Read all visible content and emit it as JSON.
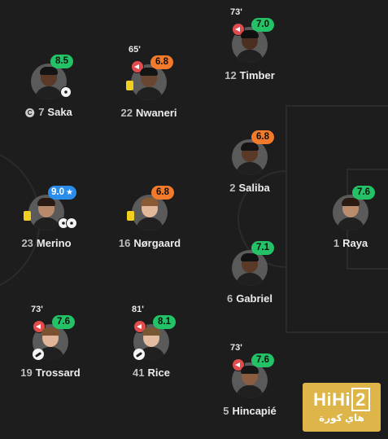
{
  "players": [
    {
      "id": "saka",
      "number": "7",
      "name": "Saka",
      "rating": "8.5",
      "rating_color": "green",
      "captain": true,
      "captain_label": "C",
      "goal_balls": 1
    },
    {
      "id": "nwaneri",
      "number": "22",
      "name": "Nwaneri",
      "rating": "6.8",
      "rating_color": "orange",
      "minute": "65'",
      "subbed_off": true,
      "yellow_card": true
    },
    {
      "id": "timber",
      "number": "12",
      "name": "Timber",
      "rating": "7.0",
      "rating_color": "green",
      "minute": "73'",
      "subbed_off": true
    },
    {
      "id": "merino",
      "number": "23",
      "name": "Merino",
      "rating": "9.0",
      "rating_color": "blue",
      "star": "★",
      "yellow_card": true,
      "goal_balls": 2
    },
    {
      "id": "norgaard",
      "number": "16",
      "name": "Nørgaard",
      "rating": "6.8",
      "rating_color": "orange",
      "yellow_card": true
    },
    {
      "id": "saliba",
      "number": "2",
      "name": "Saliba",
      "rating": "6.8",
      "rating_color": "orange"
    },
    {
      "id": "raya",
      "number": "1",
      "name": "Raya",
      "rating": "7.6",
      "rating_color": "green"
    },
    {
      "id": "gabriel",
      "number": "6",
      "name": "Gabriel",
      "rating": "7.1",
      "rating_color": "green"
    },
    {
      "id": "trossard",
      "number": "19",
      "name": "Trossard",
      "rating": "7.6",
      "rating_color": "green",
      "minute": "73'",
      "subbed_off": true,
      "assist": true
    },
    {
      "id": "rice",
      "number": "41",
      "name": "Rice",
      "rating": "8.1",
      "rating_color": "green",
      "minute": "81'",
      "subbed_off": true,
      "assist": true
    },
    {
      "id": "hincapie",
      "number": "5",
      "name": "Hincapié",
      "rating": "7.6",
      "rating_color": "green",
      "minute": "73'",
      "subbed_off": true
    }
  ],
  "watermark": {
    "logo": "HiHi",
    "logo_digit": "2",
    "arabic": "هاي كورة"
  },
  "colors": {
    "background": "#1d1d1d",
    "rating_green": "#24c267",
    "rating_orange": "#f27a2a",
    "rating_blue": "#2a8dea",
    "sub_off": "#e14c4c",
    "yellow_card": "#f2cf1f",
    "watermark": "#ddb548"
  }
}
